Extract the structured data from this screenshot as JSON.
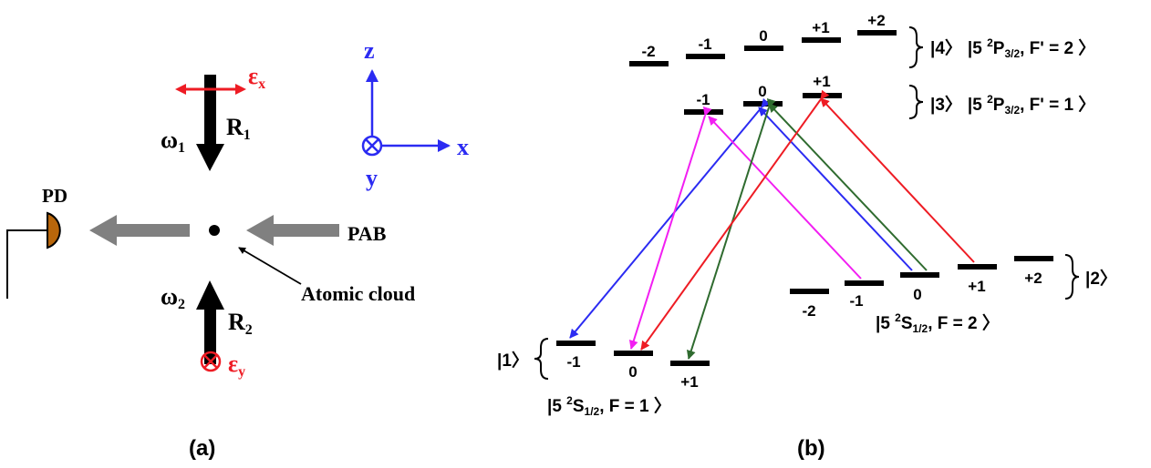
{
  "colors": {
    "black": "#000000",
    "red": "#ee1c24",
    "blue": "#2b2bf2",
    "magenta": "#f21ef2",
    "green": "#2f6b2f",
    "gray_arrow": "#808080",
    "pd_fill": "#b8660b"
  },
  "panel_a": {
    "caption": "(a)",
    "beam1_freq": "ω",
    "beam1_freq_sub": "1",
    "beam1_name": "R",
    "beam1_name_sub": "1",
    "beam1_pol": "ε",
    "beam1_pol_sub": "x",
    "beam2_freq": "ω",
    "beam2_freq_sub": "2",
    "beam2_name": "R",
    "beam2_name_sub": "2",
    "beam2_pol": "ε",
    "beam2_pol_sub": "y",
    "pd_label": "PD",
    "pab_label": "PAB",
    "cloud_label": "Atomic cloud",
    "axis_z": "z",
    "axis_x": "x",
    "axis_y": "y"
  },
  "panel_b": {
    "caption": "(b)",
    "level4": {
      "tag": "|4〉",
      "term_prefix": "|5 ",
      "term_sup": "2",
      "term_letter": "P",
      "term_sub": "3/2",
      "term_suffix": ", F' = 2 〉",
      "sublevels": [
        "-2",
        "-1",
        "0",
        "+1",
        "+2"
      ]
    },
    "level3": {
      "tag": "|3〉",
      "term_prefix": "|5 ",
      "term_sup": "2",
      "term_letter": "P",
      "term_sub": "3/2",
      "term_suffix": ", F' = 1 〉",
      "sublevels": [
        "-1",
        "0",
        "+1"
      ]
    },
    "level2": {
      "tag": "|2〉",
      "term_prefix": "|5 ",
      "term_sup": "2",
      "term_letter": "S",
      "term_sub": "1/2",
      "term_suffix": ", F = 2 〉",
      "sublevels": [
        "-2",
        "-1",
        "0",
        "+1",
        "+2"
      ]
    },
    "level1": {
      "tag": "|1〉",
      "term_prefix": "|5 ",
      "term_sup": "2",
      "term_letter": "S",
      "term_sub": "1/2",
      "term_suffix": ", F = 1 〉",
      "sublevels": [
        "-1",
        "0",
        "+1"
      ]
    }
  }
}
